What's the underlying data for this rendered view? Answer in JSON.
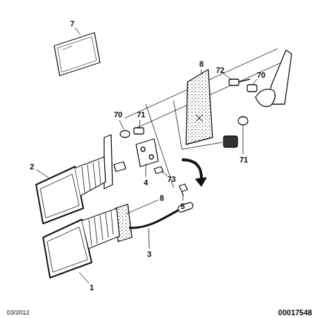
{
  "diagram": {
    "labels": [
      "7",
      "72",
      "70",
      "8",
      "70",
      "71",
      "71",
      "2",
      "4",
      "73",
      "5",
      "8",
      "3",
      "1",
      "03/2012",
      "00017548"
    ]
  }
}
